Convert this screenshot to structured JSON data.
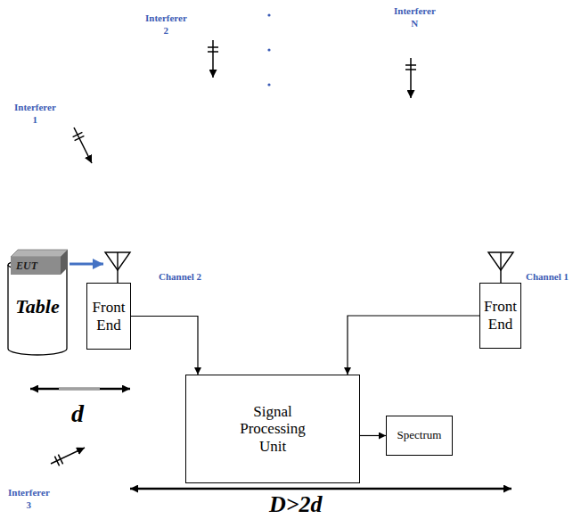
{
  "diagram": {
    "nodes": [
      {
        "text": [
          "EUT"
        ]
      },
      {
        "text": [
          "Table"
        ]
      },
      {
        "text": [
          "Front End"
        ]
      },
      {
        "text": [
          "Front End"
        ]
      },
      {
        "text": [
          "Signal Processing Unit"
        ]
      },
      {
        "text": [
          "Spectrum"
        ]
      }
    ],
    "edges": [
      {
        "from": 2,
        "to": 4,
        "arrow": "to"
      },
      {
        "from": 3,
        "to": 4,
        "arrow": "to"
      },
      {
        "from": 4,
        "to": 5,
        "arrow": "to"
      }
    ],
    "labels": [
      "Interferer 1",
      "Interferer 2",
      "Interferer N",
      "Interferer 3",
      "Channel 2",
      "Channel 1",
      "d",
      "D>2d"
    ]
  }
}
